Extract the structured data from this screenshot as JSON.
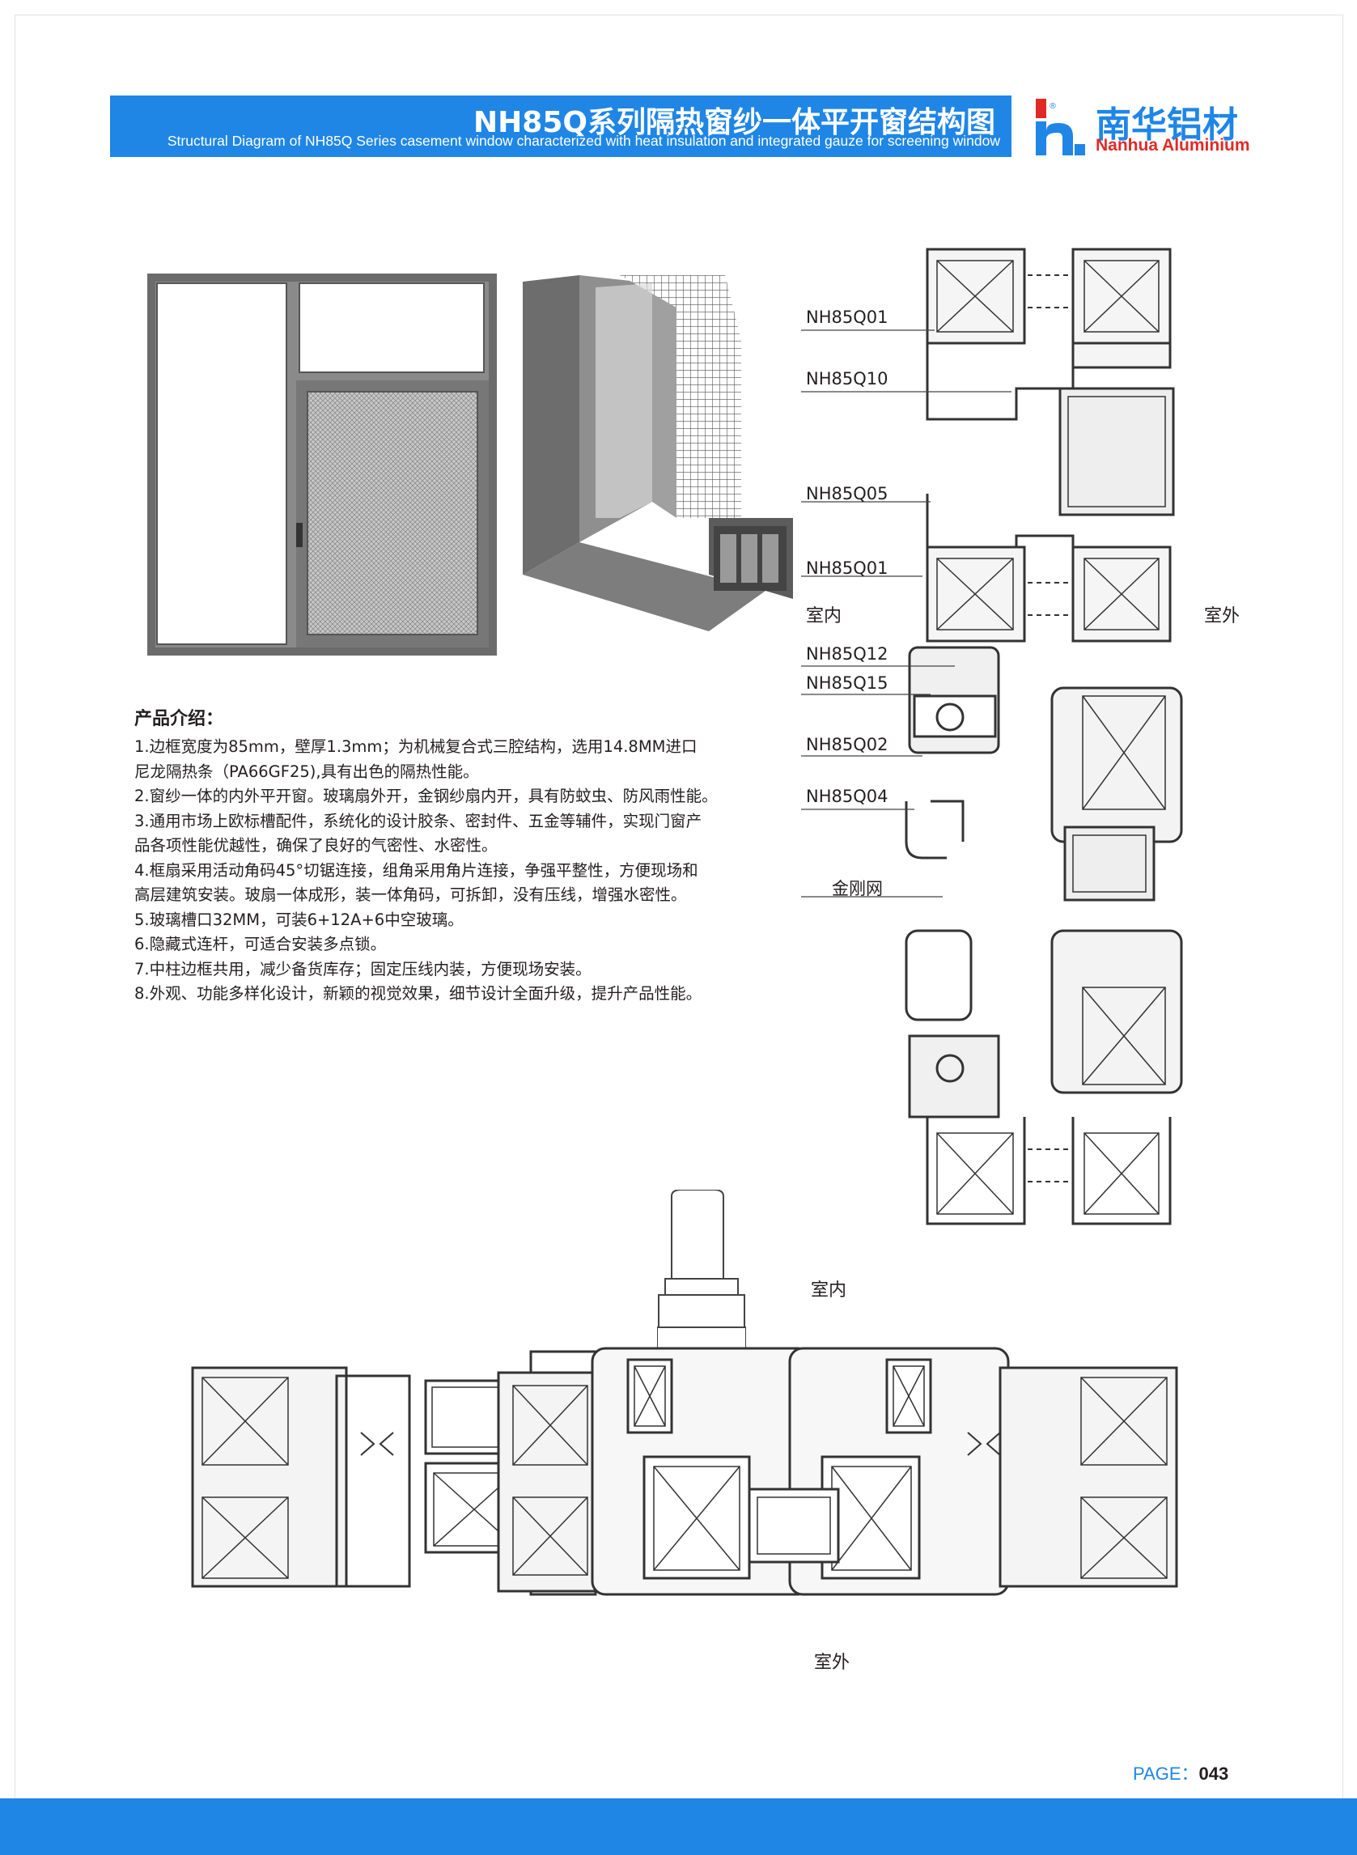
{
  "header": {
    "title_zh": "NH85Q系列隔热窗纱一体平开窗结构图",
    "title_en": "Structural Diagram of NH85Q Series casement window characterized with heat insulation and integrated gauze for screening window"
  },
  "logo": {
    "mark_glyph": "®",
    "name_zh": "南华铝材",
    "name_en": "Nanhua Aluminium",
    "brand_blue": "#1f86e6",
    "brand_red": "#e02a27"
  },
  "intro": {
    "heading": "产品介绍：",
    "items": [
      "1.边框宽度为85mm，壁厚1.3mm；为机械复合式三腔结构，选用14.8MM进口",
      "   尼龙隔热条（PA66GF25),具有出色的隔热性能。",
      "2.窗纱一体的内外平开窗。玻璃扇外开，金钢纱扇内开，具有防蚊虫、防风雨性能。",
      "3.通用市场上欧标槽配件，系统化的设计胶条、密封件、五金等辅件，实现门窗产",
      "   品各项性能优越性，确保了良好的气密性、水密性。",
      "4.框扇采用活动角码45°切锯连接，组角采用角片连接，争强平整性，方便现场和",
      "   高层建筑安装。玻扇一体成形，装一体角码，可拆卸，没有压线，增强水密性。",
      "5.玻璃槽口32MM，可装6+12A+6中空玻璃。",
      "6.隐藏式连杆，可适合安装多点锁。",
      "7.中柱边框共用，减少备货库存；固定压线内装，方便现场安装。",
      "8.外观、功能多样化设计，新颖的视觉效果，细节设计全面升级，提升产品性能。"
    ]
  },
  "diagram": {
    "labels": [
      "NH85Q01",
      "NH85Q10",
      "NH85Q05",
      "NH85Q01",
      "NH85Q12",
      "NH85Q15",
      "NH85Q02",
      "NH85Q04"
    ],
    "mesh_label": "金刚网",
    "indoor": "室内",
    "outdoor": "室外"
  },
  "page": {
    "prefix": "PAGE：",
    "number": "043"
  }
}
